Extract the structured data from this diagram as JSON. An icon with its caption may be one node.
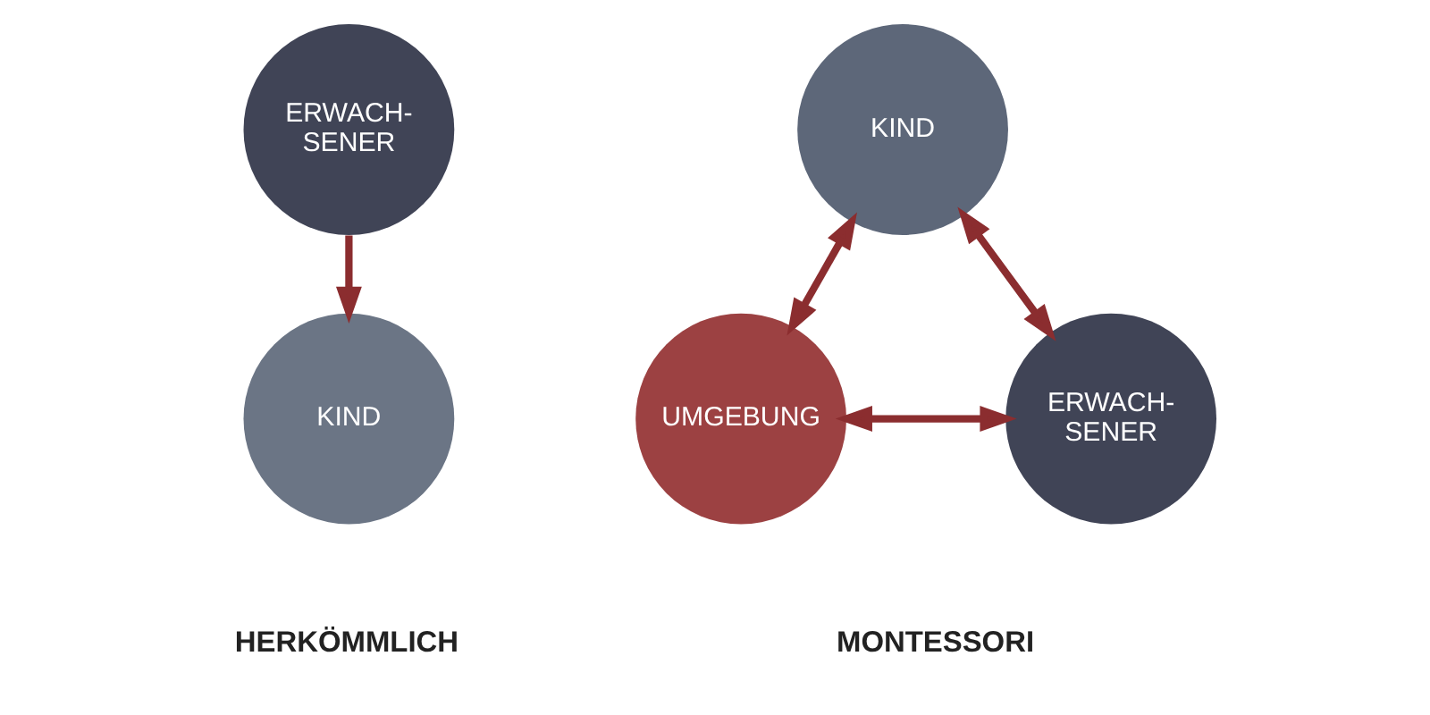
{
  "diagram": {
    "nodes": [
      {
        "text": [
          "ERWACH- SENER"
        ]
      },
      {
        "text": [
          "KIND"
        ]
      },
      {
        "text": [
          "KIND"
        ]
      },
      {
        "text": [
          "UMGEBUNG"
        ]
      },
      {
        "text": [
          "ERWACH- SENER"
        ]
      }
    ],
    "edges": [
      {
        "from": 0,
        "to": 1,
        "arrow": "to"
      },
      {
        "from": 2,
        "to": 3,
        "arrow": "both"
      },
      {
        "from": 2,
        "to": 4,
        "arrow": "both"
      },
      {
        "from": 3,
        "to": 4,
        "arrow": "both"
      }
    ],
    "labels": [
      "HERKÖMMLICH",
      "MONTESSORI"
    ]
  }
}
